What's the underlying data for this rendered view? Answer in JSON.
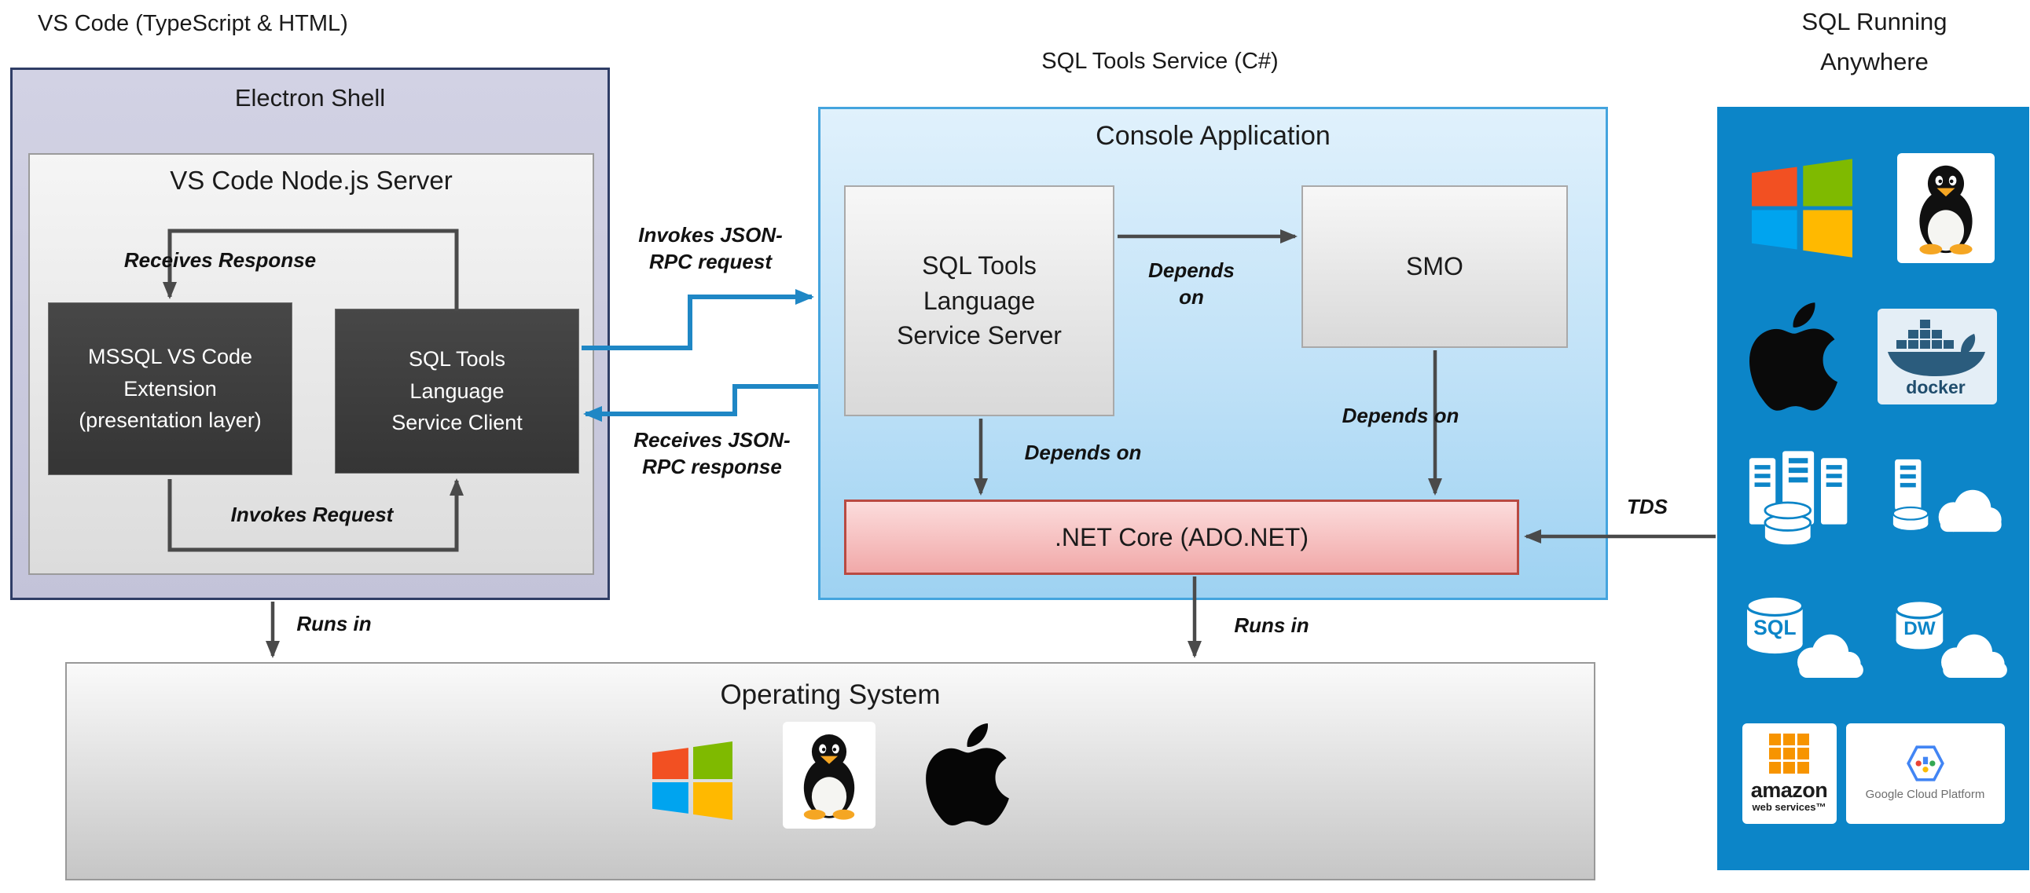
{
  "headers": {
    "vscode": "VS Code (TypeScript & HTML)",
    "sql_tools_service": "SQL Tools Service (C#)",
    "sql_running_anywhere": "SQL Running\nAnywhere"
  },
  "electron_shell": {
    "title": "Electron Shell",
    "node_server": {
      "title": "VS Code Node.js Server",
      "mssql_extension": "MSSQL VS Code Extension (presentation layer)",
      "language_client": "SQL Tools Language Service Client",
      "receives_response_label": "Receives Response",
      "invokes_request_label": "Invokes Request"
    }
  },
  "console_application": {
    "title": "Console Application",
    "language_server": "SQL Tools Language Service Server",
    "smo": "SMO",
    "net_core": ".NET Core (ADO.NET)",
    "depends_on_smo": "Depends\non",
    "depends_on_server_net": "Depends on",
    "depends_on_smo_net": "Depends on"
  },
  "connections": {
    "invokes_jsonrpc": "Invokes JSON-\nRPC request",
    "receives_jsonrpc": "Receives JSON-\nRPC response",
    "runs_in_left": "Runs in",
    "runs_in_right": "Runs in",
    "tds": "TDS"
  },
  "operating_system": {
    "title": "Operating System"
  },
  "right_panel": {
    "docker_label": "docker",
    "sql_label": "SQL",
    "dw_label": "DW",
    "aws_name": "amazon",
    "aws_sub": "web services™",
    "gcp_label": "Google Cloud Platform"
  },
  "colors": {
    "panel_blue": "#0c85c8",
    "arrow_blue": "#1f87c5",
    "arrow_dark": "#4a4a4a",
    "electron_fill": "#cacade",
    "electron_border": "#2f3d66",
    "console_border": "#44a4de",
    "net_core_border": "#b94a42",
    "windows_red": "#f25022",
    "windows_green": "#7fba00",
    "windows_blue": "#00a4ef",
    "windows_yellow": "#ffb900"
  }
}
